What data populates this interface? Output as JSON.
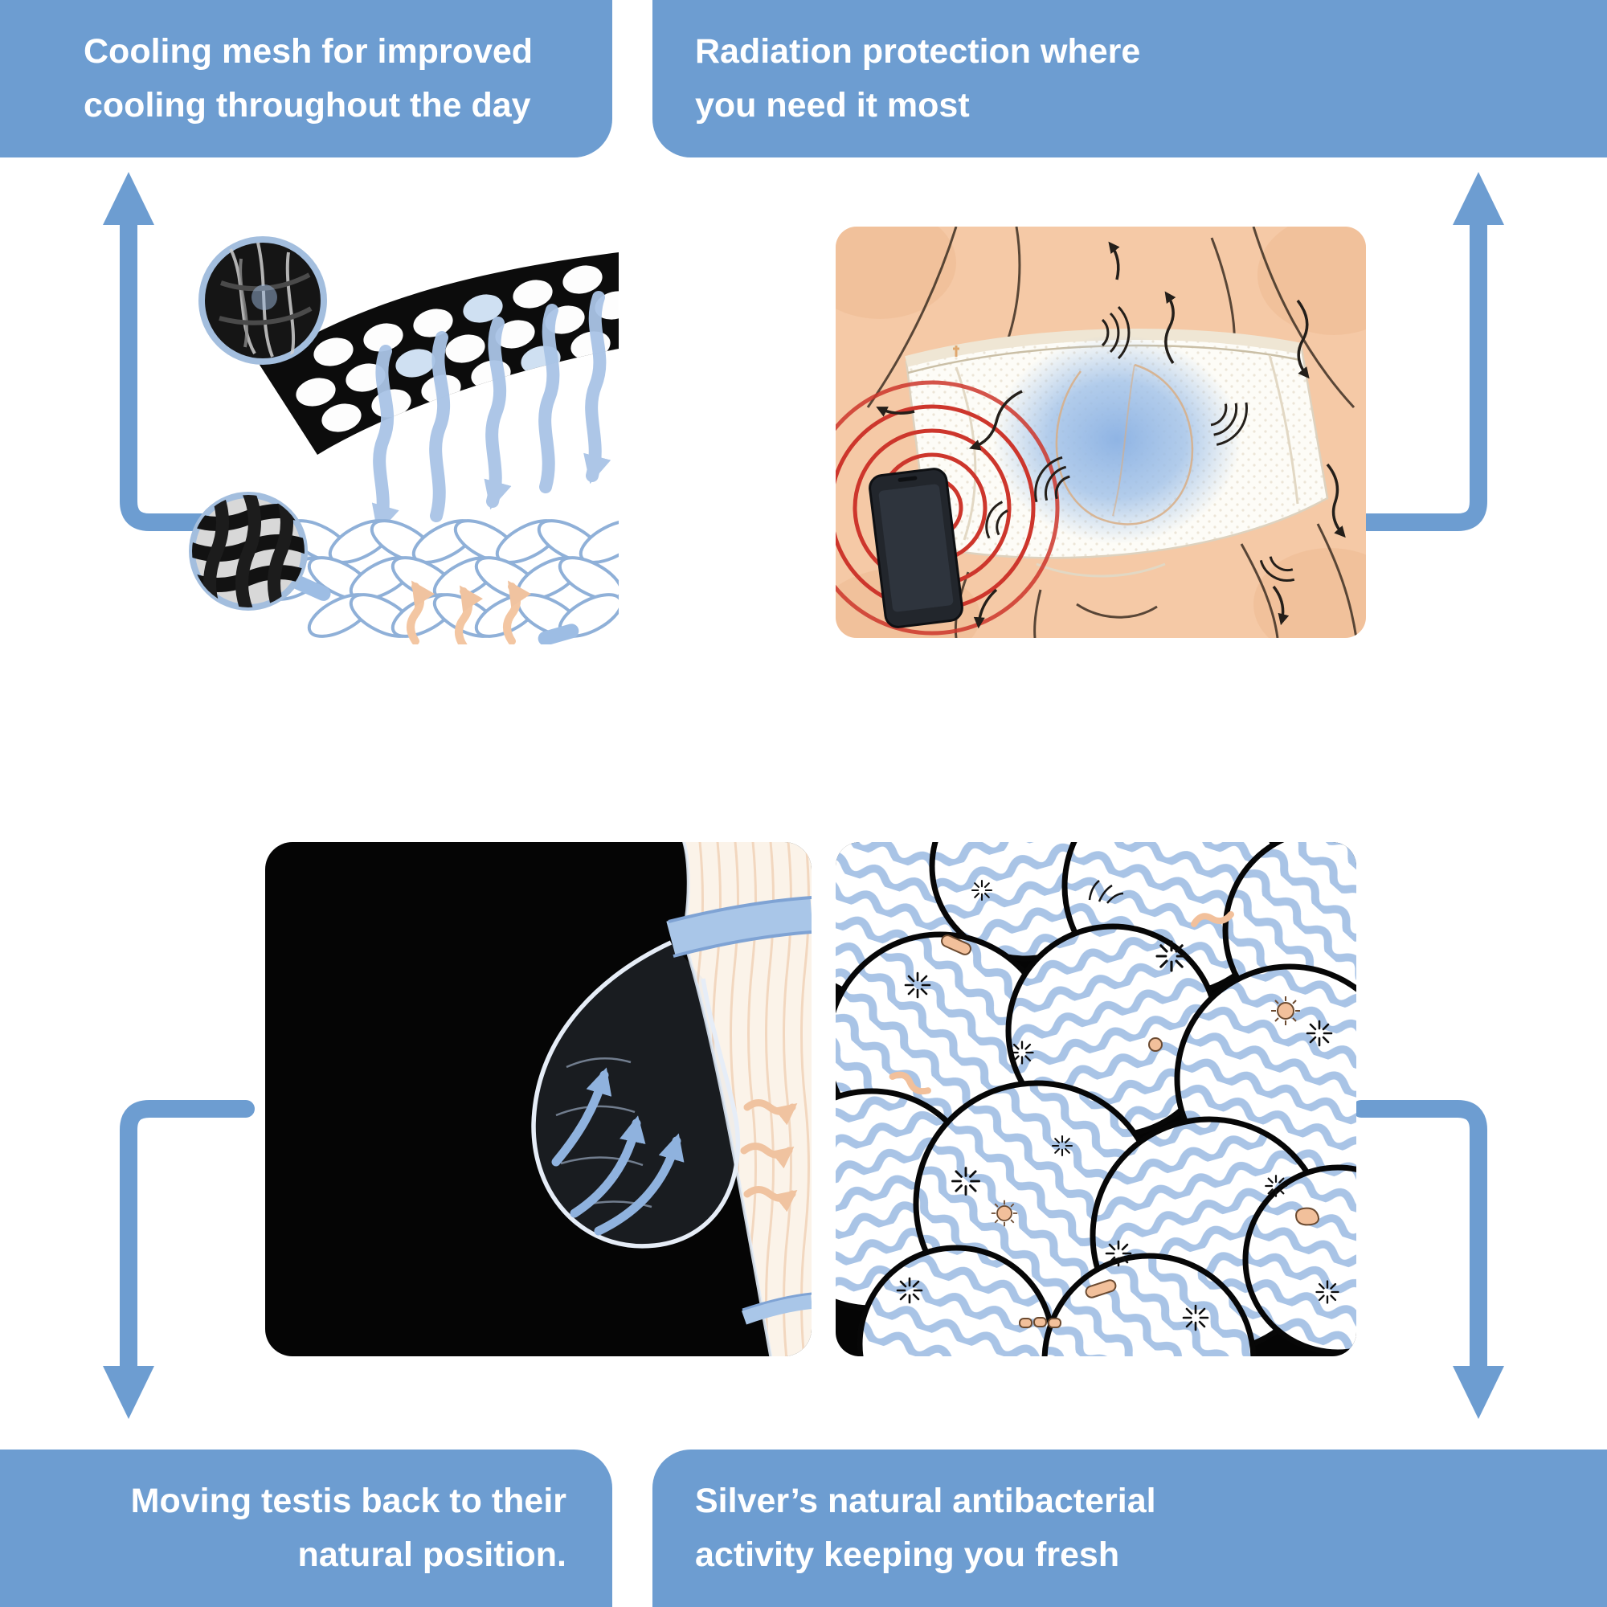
{
  "page": {
    "description": "Product feature infographic with four illustrated panels connected by arrows to caption banners"
  },
  "colors": {
    "banner_blue": "#6d9dd1",
    "arrow_blue": "#6d9dd1",
    "ribbon_blue": "#a9c4e6",
    "glow_blue": "#8fb4e4",
    "skin": "#f5c9a6",
    "peach": "#f0c3a0",
    "radiation_red": "#cd362c",
    "cream": "#fbf3e9",
    "ink": "#0c0c0c",
    "text_white": "#ffffff"
  },
  "banners": {
    "top_left": {
      "lines": [
        "Cooling mesh for improved",
        "cooling throughout the day"
      ]
    },
    "top_right": {
      "lines": [
        "Radiation protection where",
        "you need it most"
      ]
    },
    "bottom_left": {
      "lines": [
        "Moving testis back to their",
        "natural position."
      ]
    },
    "bottom_right": {
      "lines": [
        "Silver’s natural antibacterial",
        "activity keeping you fresh"
      ]
    }
  },
  "icons": {
    "top_left_arrow": "arrow-up-icon",
    "top_right_arrow": "arrow-up-icon",
    "bottom_left_arrow": "arrow-down-icon",
    "bottom_right_arrow": "arrow-down-icon"
  },
  "illustrations": {
    "top_left": "cooling-mesh-cross-section",
    "top_right": "radiation-protection-underwear",
    "bottom_left": "testis-support-pouch",
    "bottom_right": "silver-fabric-antibacterial"
  }
}
